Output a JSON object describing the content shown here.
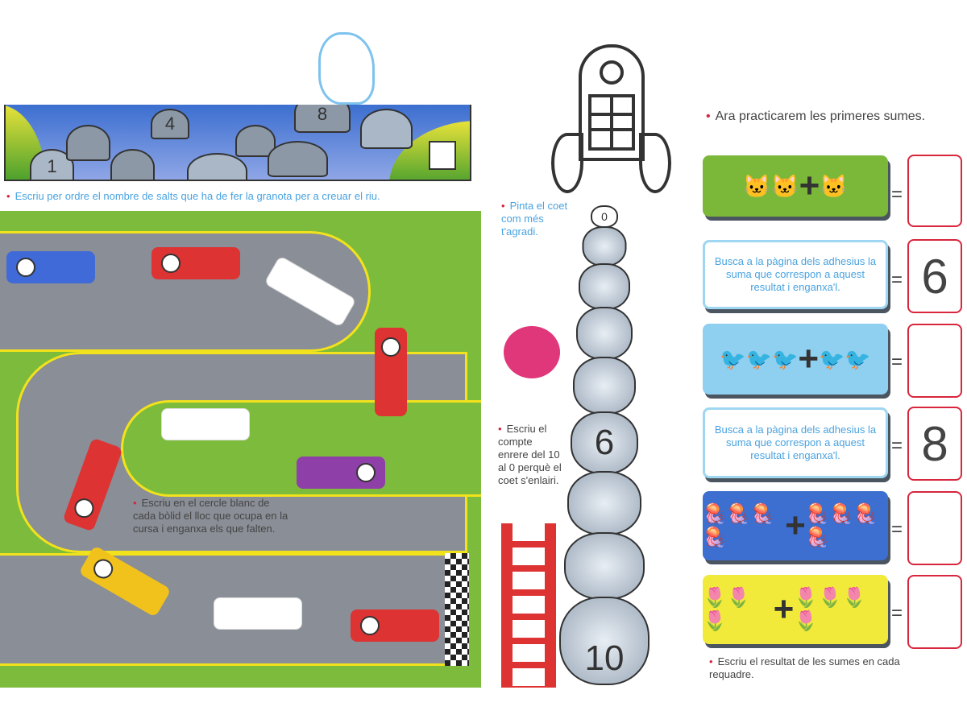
{
  "left_page": {
    "river": {
      "rock_numbers": [
        "1",
        "4",
        "8"
      ],
      "instruction": "Escriu per ordre el nombre de salts que ha de fer la granota per a creuar el riu."
    },
    "race": {
      "instruction": "Escriu en el cercle blanc de cada bòlid el lloc que ocupa en la cursa i enganxa els que falten."
    }
  },
  "right_page": {
    "rocket": {
      "paint_instruction": "Pinta el coet com més t'agradi.",
      "countdown_instruction": "Escriu el compte enrere del 10 al 0 perquè el coet s'enlairi.",
      "cloud_labels": [
        "0",
        "6",
        "10"
      ]
    },
    "sums": {
      "title": "Ara practicarem les primeres sumes.",
      "equals": "=",
      "plus": "+",
      "rows": [
        {
          "type": "picture",
          "theme": "cats",
          "left_count": 2,
          "right_count": 1,
          "answer": ""
        },
        {
          "type": "sticker",
          "text": "Busca a la pàgina dels adhesius la suma que correspon a aquest resultat i enganxa'l.",
          "answer": "6"
        },
        {
          "type": "picture",
          "theme": "birds",
          "left_count": 3,
          "right_count": 2,
          "answer": ""
        },
        {
          "type": "sticker",
          "text": "Busca a la pàgina dels adhesius la suma que correspon a aquest resultat i enganxa'l.",
          "answer": "8"
        },
        {
          "type": "picture",
          "theme": "jellyfish",
          "left_count": 4,
          "right_count": 4,
          "answer": ""
        },
        {
          "type": "picture",
          "theme": "flowers",
          "left_count": 3,
          "right_count": 4,
          "answer": ""
        }
      ],
      "footer": "Escriu el resultat de les sumes en cada requadre."
    }
  }
}
